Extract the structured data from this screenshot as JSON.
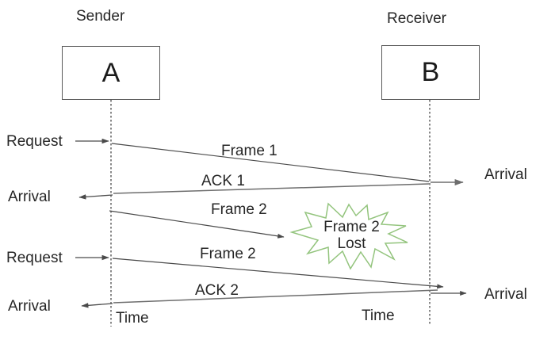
{
  "nodes": {
    "sender": {
      "title": "Sender",
      "label": "A"
    },
    "receiver": {
      "title": "Receiver",
      "label": "B"
    }
  },
  "events": {
    "request_1": "Request",
    "arrival_left_1": "Arrival",
    "request_2": "Request",
    "arrival_left_2": "Arrival",
    "arrival_right_1": "Arrival",
    "arrival_right_2": "Arrival"
  },
  "messages": {
    "frame_1": "Frame 1",
    "ack_1": "ACK 1",
    "frame_2_first": "Frame 2",
    "frame_2_retry": "Frame 2",
    "ack_2": "ACK 2"
  },
  "lost_callout": {
    "line1": "Frame 2",
    "line2": "Lost"
  },
  "axis": {
    "time_left": "Time",
    "time_right": "Time"
  },
  "colors": {
    "line_dark": "#4a4a4a",
    "line_gray": "#6e6e6e",
    "star_green": "#93c47d",
    "text": "#262626"
  }
}
